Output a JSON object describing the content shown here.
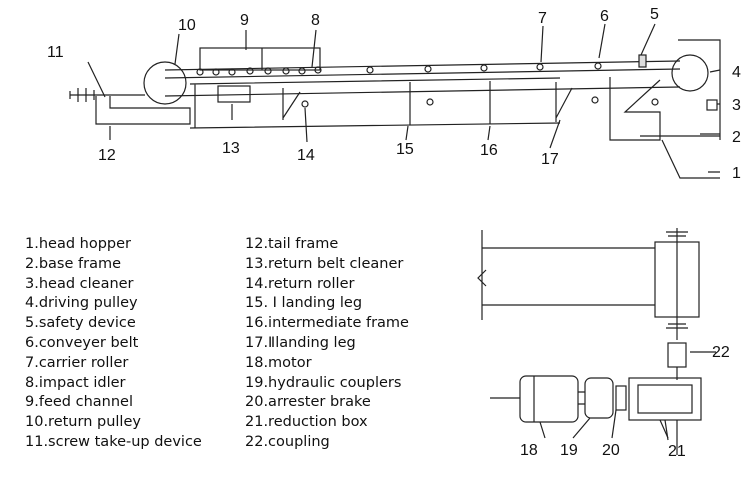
{
  "callouts": [
    "1",
    "2",
    "3",
    "4",
    "5",
    "6",
    "7",
    "8",
    "9",
    "10",
    "11",
    "12",
    "13",
    "14",
    "15",
    "16",
    "17",
    "18",
    "19",
    "20",
    "21",
    "22"
  ],
  "legend_left": [
    "1.head hopper",
    "2.base frame",
    "3.head cleaner",
    "4.driving pulley",
    "5.safety device",
    "6.conveyer belt",
    "7.carrier roller",
    "8.impact idler",
    "9.feed channel",
    "10.return pulley",
    "11.screw take-up device"
  ],
  "legend_right": [
    "12.tail frame",
    "13.return belt cleaner",
    "14.return roller",
    "15. I landing leg",
    "16.intermediate frame",
    "17.Ⅱlanding leg",
    "18.motor",
    "19.hydraulic couplers",
    "20.arrester brake",
    "21.reduction box",
    "22.coupling"
  ]
}
